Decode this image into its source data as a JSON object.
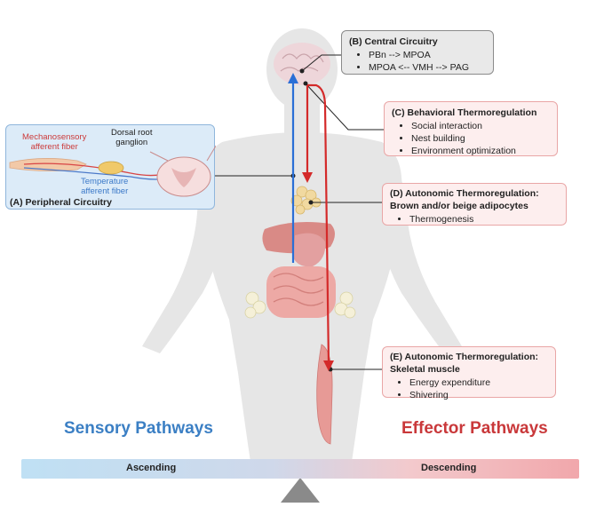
{
  "boxes": {
    "central": {
      "title": "(B) Central Circuitry",
      "items": [
        "PBn --> MPOA",
        "MPOA <-- VMH --> PAG"
      ]
    },
    "behavioral": {
      "title": "(C) Behavioral Thermoregulation",
      "items": [
        "Social interaction",
        "Nest building",
        "Environment optimization"
      ]
    },
    "autonomic_adipo": {
      "title_line1": "(D) Autonomic Thermoregulation:",
      "title_line2": "Brown and/or beige adipocytes",
      "items": [
        "Thermogenesis"
      ]
    },
    "autonomic_muscle": {
      "title_line1": "(E) Autonomic Thermoregulation:",
      "title_line2": "Skeletal muscle",
      "items": [
        "Energy expenditure",
        "Shivering"
      ]
    },
    "peripheral": {
      "caption": "(A) Peripheral Circuitry",
      "mechanosensory": [
        "Mechanosensory",
        "afferent fiber"
      ],
      "drg": [
        "Dorsal root",
        "ganglion"
      ],
      "temperature": [
        "Temperature",
        "afferent fiber"
      ]
    }
  },
  "pathways": {
    "sensory": "Sensory Pathways",
    "effector": "Effector Pathways"
  },
  "bar": {
    "ascending": "Ascending",
    "descending": "Descending"
  },
  "colors": {
    "sensory": "#3b7fc4",
    "effector": "#c9383a",
    "arrow_blue": "#2a6fd6",
    "arrow_red": "#d42a2a"
  }
}
